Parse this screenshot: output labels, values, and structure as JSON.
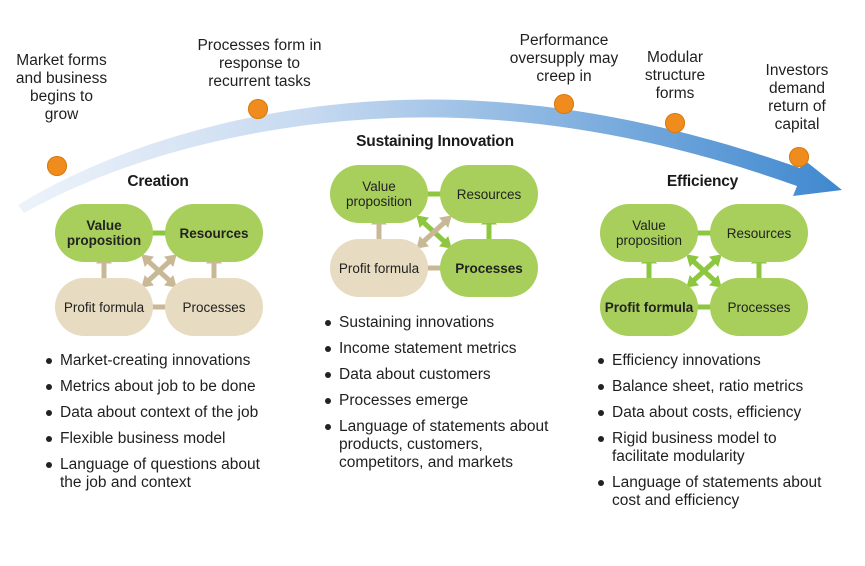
{
  "timeline": {
    "labels": [
      "Market forms and business begins to grow",
      "Processes form in response to recurrent tasks",
      "Performance oversupply may creep in",
      "Modular structure forms",
      "Investors demand return of capital"
    ]
  },
  "phases": [
    {
      "title": "Creation",
      "nodes": {
        "value_proposition": "Value proposition",
        "resources": "Resources",
        "profit_formula": "Profit formula",
        "processes": "Processes"
      },
      "emphasized": [
        "value_proposition",
        "resources"
      ],
      "bullets": [
        "Market-creating innovations",
        "Metrics about job to be done",
        "Data about context of the job",
        "Flexible business model",
        "Language of questions about the job and context"
      ]
    },
    {
      "title": "Sustaining Innovation",
      "nodes": {
        "value_proposition": "Value proposition",
        "resources": "Resources",
        "profit_formula": "Profit formula",
        "processes": "Processes"
      },
      "emphasized": [
        "processes"
      ],
      "bullets": [
        "Sustaining innovations",
        "Income statement metrics",
        "Data about customers",
        "Processes emerge",
        "Language of statements about products, customers, competitors, and markets"
      ]
    },
    {
      "title": "Efficiency",
      "nodes": {
        "value_proposition": "Value proposition",
        "resources": "Resources",
        "profit_formula": "Profit formula",
        "processes": "Processes"
      },
      "emphasized": [
        "profit_formula"
      ],
      "bullets": [
        "Efficiency innovations",
        "Balance sheet, ratio metrics",
        "Data about costs, efficiency",
        "Rigid business model to facilitate modularity",
        "Language of statements about cost and efficiency"
      ]
    }
  ],
  "colors": {
    "arc_start": "#eaf1f9",
    "arc_end": "#3f88cf",
    "dot": "#ef8c1d",
    "green": "#a8cf5b",
    "tan": "#e7dcc1",
    "arrow_green": "#8dc63f",
    "arrow_tan": "#c9b896"
  }
}
